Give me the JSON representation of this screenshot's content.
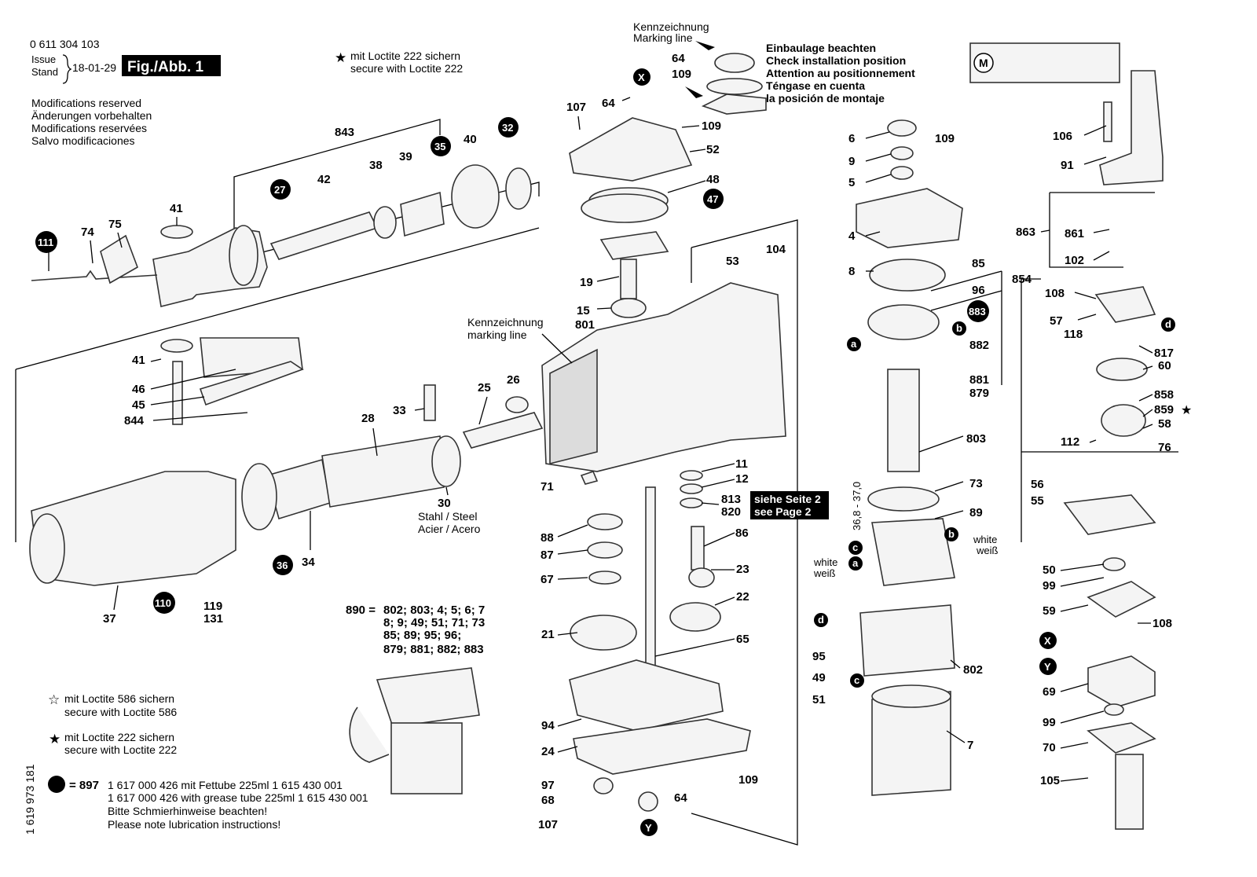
{
  "header": {
    "doc_number": "0 611 304 103",
    "issue_label": "Issue",
    "stand_label": "Stand",
    "issue_date": "18-01-29",
    "figure_label": "Fig./Abb. 1",
    "vertical_id": "1 619 973 181"
  },
  "modifications": [
    "Modifications reserved",
    "Änderungen vorbehalten",
    "Modifications reservées",
    "Salvo modificaciones"
  ],
  "loctite_top": [
    "mit Loctite 222 sichern",
    "secure with Loctite 222"
  ],
  "install_note": [
    "Einbaulage beachten",
    "Check installation position",
    "Attention au positionnement",
    "Téngase en cuenta",
    "la posición de montaje"
  ],
  "marking_top": [
    "Kennzeichnung",
    "Marking line"
  ],
  "marking_mid": [
    "Kennzeichnung",
    "marking line"
  ],
  "steel_note": [
    "Stahl / Steel",
    "Acier / Acero"
  ],
  "see_page": [
    "siehe Seite 2",
    "see Page 2"
  ],
  "group_890": {
    "label": "890 =",
    "lines": [
      "802; 803; 4; 5; 6; 7",
      "8; 9; 49; 51; 71; 73",
      "85; 89; 95; 96;",
      "879; 881; 882; 883"
    ]
  },
  "legend": {
    "loctite586": [
      "mit Loctite 586 sichern",
      "secure with Loctite 586"
    ],
    "loctite222": [
      "mit Loctite 222 sichern",
      "secure with Loctite 222"
    ],
    "grease_ref": "= 897",
    "grease_lines": [
      "1 617 000 426 mit Fettube 225ml 1 615 430 001",
      "1 617 000 426 with grease tube 225ml 1 615 430 001",
      "Bitte Schmierhinweise beachten!",
      "Please note lubrication instructions!"
    ]
  },
  "wire": {
    "white": "white",
    "weiss": "weiß"
  },
  "dimension": "36,8 - 37,0",
  "motor_symbol": "M",
  "badges": [
    "111",
    "27",
    "35",
    "32",
    "36",
    "110",
    "47",
    "883",
    "X",
    "Y"
  ],
  "letter_tags": [
    "a",
    "b",
    "c",
    "d"
  ],
  "part_numbers": [
    "74",
    "75",
    "41",
    "843",
    "42",
    "38",
    "39",
    "40",
    "46",
    "45",
    "844",
    "28",
    "33",
    "25",
    "26",
    "30",
    "34",
    "37",
    "119",
    "131",
    "107",
    "64",
    "109",
    "52",
    "48",
    "19",
    "15",
    "801",
    "53",
    "104",
    "71",
    "11",
    "12",
    "813",
    "820",
    "88",
    "87",
    "67",
    "86",
    "23",
    "22",
    "21",
    "65",
    "94",
    "24",
    "97",
    "68",
    "69",
    "6",
    "9",
    "5",
    "4",
    "8",
    "85",
    "96",
    "882",
    "881",
    "879",
    "803",
    "73",
    "89",
    "802",
    "95",
    "49",
    "51",
    "7",
    "106",
    "91",
    "863",
    "861",
    "102",
    "854",
    "108",
    "57",
    "118",
    "817",
    "60",
    "858",
    "859",
    "58",
    "112",
    "76",
    "56",
    "55",
    "50",
    "99",
    "59",
    "70",
    "105"
  ]
}
